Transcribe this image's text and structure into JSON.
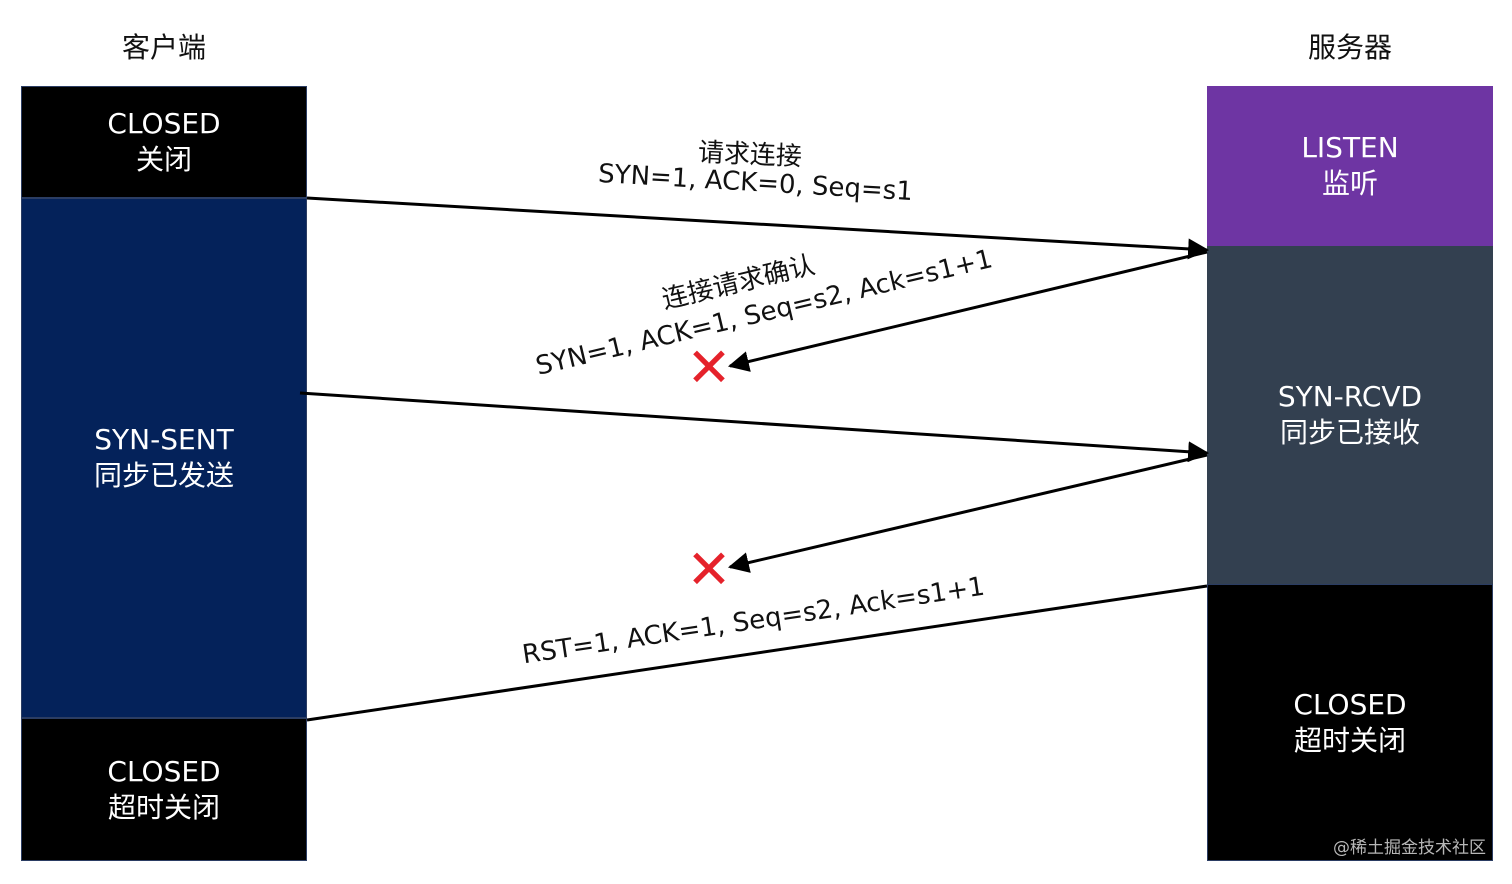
{
  "headers": {
    "client": "客户端",
    "server": "服务器"
  },
  "client_states": [
    {
      "name": "CLOSED",
      "desc": "关闭"
    },
    {
      "name": "SYN-SENT",
      "desc": "同步已发送"
    },
    {
      "name": "CLOSED",
      "desc": "超时关闭"
    }
  ],
  "server_states": [
    {
      "name": "LISTEN",
      "desc": "监听"
    },
    {
      "name": "SYN-RCVD",
      "desc": "同步已接收"
    },
    {
      "name": "CLOSED",
      "desc": "超时关闭"
    }
  ],
  "messages": [
    {
      "title": "请求连接",
      "fields": "SYN=1, ACK=0, Seq=s1"
    },
    {
      "title": "连接请求确认",
      "fields": "SYN=1, ACK=1, Seq=s2, Ack=s1+1"
    },
    {
      "title": "",
      "fields": "RST=1, ACK=1, Seq=s2, Ack=s1+1"
    }
  ],
  "icons": {
    "lost": "x-icon"
  },
  "colors": {
    "listen": "#6e35a3",
    "syn_sent": "#04225a",
    "syn_rcvd": "#334050",
    "closed": "#000000",
    "lost": "#e5222b"
  },
  "watermark": "@稀土掘金技术社区"
}
